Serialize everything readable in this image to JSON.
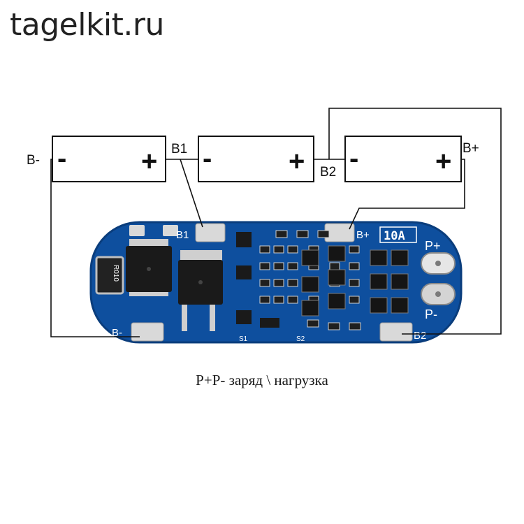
{
  "watermark": "tagelkit.ru",
  "caption": "P+P- заряд \\ нагрузка",
  "batteries": [
    {
      "minus": "-",
      "plus": "+"
    },
    {
      "minus": "-",
      "plus": "+"
    },
    {
      "minus": "-",
      "plus": "+"
    }
  ],
  "wire_labels": {
    "b_minus": "B-",
    "b1": "B1",
    "b2": "B2",
    "b_plus": "B+"
  },
  "board": {
    "pad_b1": "B1",
    "pad_b_plus": "B+",
    "rating": "10A",
    "p_plus": "P+",
    "p_minus": "P-",
    "pad_b_minus": "B-",
    "pad_b2": "B2",
    "s1": "S1",
    "s2": "S2",
    "resistor": "R010"
  },
  "colors": {
    "board": "#0e4f9e",
    "board_edge": "#0a3d7c",
    "silk": "#ffffff",
    "pad": "#d9d9d9",
    "wire": "#111111"
  }
}
